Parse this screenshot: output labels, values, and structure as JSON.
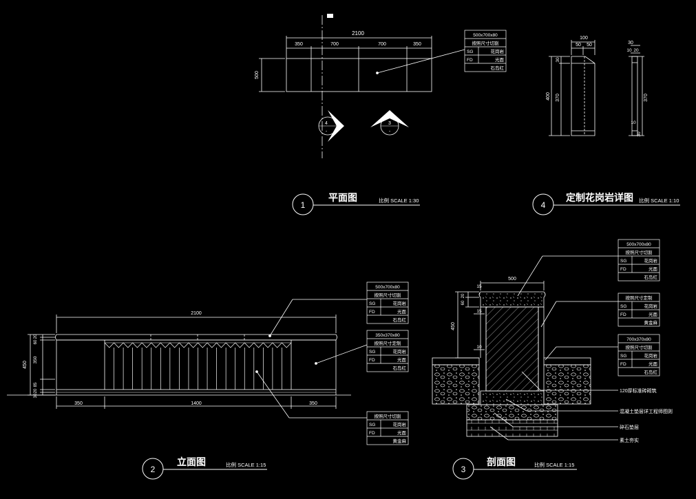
{
  "views": {
    "plan": {
      "number": "1",
      "title": "平面图",
      "scale": "比例 SCALE 1:30"
    },
    "elevation": {
      "number": "2",
      "title": "立面图",
      "scale": "比例 SCALE 1:15"
    },
    "section": {
      "number": "3",
      "title": "剖面图",
      "scale": "比例 SCALE 1:15"
    },
    "detail": {
      "number": "4",
      "title": "定制花岗岩详图",
      "scale": "比例 SCALE 1:10"
    }
  },
  "plan_dims": {
    "total": "2100",
    "seg1": "350",
    "seg2": "700",
    "seg3": "700",
    "seg4": "350",
    "depth": "500"
  },
  "section_markers": {
    "m4_num": "4",
    "m4_dash": "-",
    "m3_num": "3",
    "m3_dash": "-"
  },
  "detail_dims": {
    "w100": "100",
    "w50a": "50",
    "w50b": "50",
    "h30": "30",
    "h400": "400",
    "h370": "370",
    "w30": "30",
    "w10": "10",
    "w20": "20",
    "h370b": "370",
    "h10": "10",
    "h30b": "30"
  },
  "elev_dims": {
    "total": "2100",
    "left": "350",
    "mid": "1400",
    "right": "350",
    "h450": "450",
    "h20": "20",
    "h60": "60",
    "h350": "350",
    "h85": "85",
    "h20b": "20",
    "h30": "30"
  },
  "sec_dims": {
    "top": "500",
    "h450": "450",
    "h20": "20",
    "h60": "60",
    "h15a": "15",
    "h15b": "15",
    "h10": "10"
  },
  "legends": {
    "plan_note": {
      "size": "500x700x80",
      "cut": "按照尺寸切割",
      "sg": "SG",
      "sg_val": "花岗岩",
      "fd": "FD",
      "fd_val": "光面",
      "color": "石岛红"
    },
    "elev_top": {
      "size": "500x700x80",
      "cut": "按照尺寸切割",
      "sg": "SG",
      "sg_val": "花岗岩",
      "fd": "FD",
      "fd_val": "光面",
      "color": "石岛红"
    },
    "elev_mid": {
      "size": "350x370x80",
      "cut": "按照尺寸定制",
      "sg": "SG",
      "sg_val": "花岗岩",
      "fd": "FD",
      "fd_val": "光面",
      "color": "石岛红"
    },
    "elev_bot": {
      "cut": "按照尺寸切割",
      "sg": "SG",
      "sg_val": "花岗岩",
      "fd": "FD",
      "fd_val": "光面",
      "color": "黄金麻"
    },
    "sec_top": {
      "size": "500x700x80",
      "cut": "按照尺寸切割",
      "sg": "SG",
      "sg_val": "花岗岩",
      "fd": "FD",
      "fd_val": "光面",
      "color": "石岛红"
    },
    "sec_mid": {
      "cut": "按照尺寸定制",
      "sg": "SG",
      "sg_val": "花岗岩",
      "fd": "FD",
      "fd_val": "光面",
      "color": "黄金麻"
    },
    "sec_bot": {
      "size": "700x370x80",
      "cut": "按照尺寸切割",
      "sg": "SG",
      "sg_val": "花岗岩",
      "fd": "FD",
      "fd_val": "光面",
      "color": "石岛红"
    }
  },
  "section_notes": [
    "120厚标准砖砌筑",
    "混凝土垫层详工程师图则",
    "碎石垫层",
    "素土夯实"
  ]
}
